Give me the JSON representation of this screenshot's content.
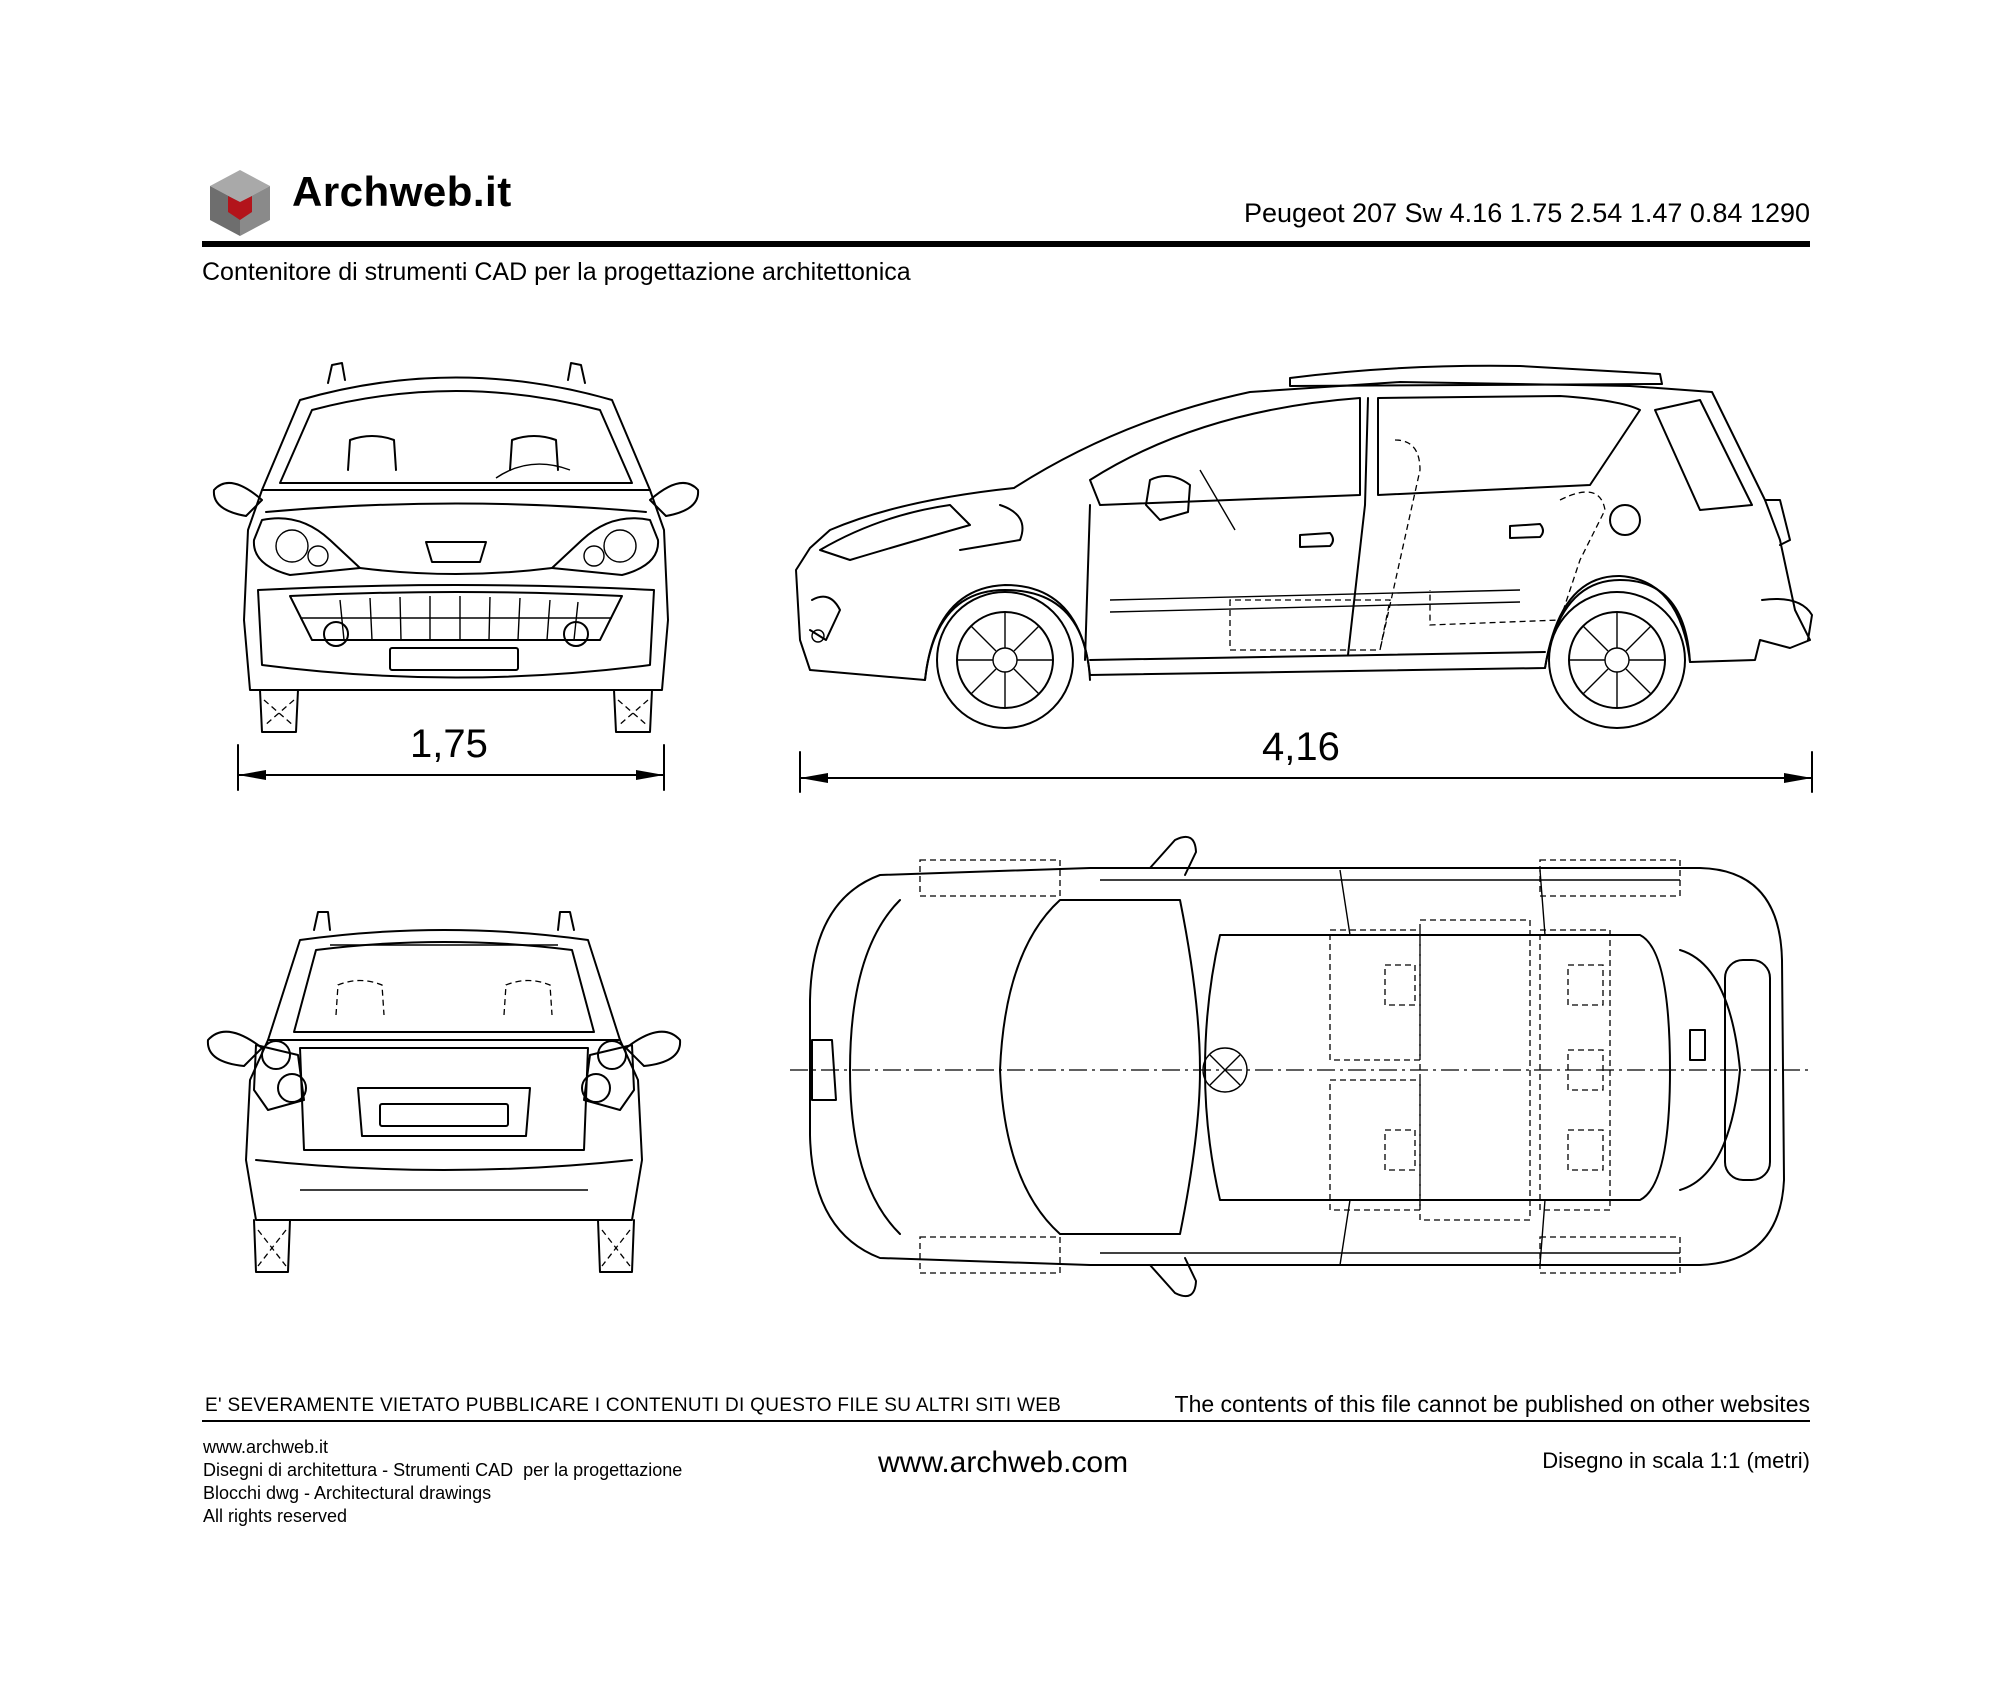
{
  "header": {
    "logo_text": "Archweb.it",
    "model_title": "Peugeot 207 Sw 4.16 1.75 2.54 1.47 0.84 1290",
    "subtitle": "Contenitore di strumenti CAD per la progettazione architettonica"
  },
  "dimensions": {
    "width_label": "1,75",
    "length_label": "4,16"
  },
  "footer": {
    "warning_it": "E' SEVERAMENTE VIETATO PUBBLICARE I CONTENUTI DI QUESTO FILE SU ALTRI SITI WEB",
    "warning_en": "The contents of this file cannot be published on other websites",
    "left_lines": [
      "www.archweb.it",
      "Disegni di architettura - Strumenti CAD  per la progettazione",
      "Blocchi dwg - Architectural drawings",
      "All rights reserved"
    ],
    "center_url": "www.archweb.com",
    "scale_note": "Disegno in scala 1:1 (metri)"
  },
  "icons": {
    "logo": "cube-logo-icon"
  },
  "colors": {
    "logo_red": "#b3141b",
    "logo_grey_dark": "#6e6e6e",
    "logo_grey_light": "#a9a9a9"
  }
}
